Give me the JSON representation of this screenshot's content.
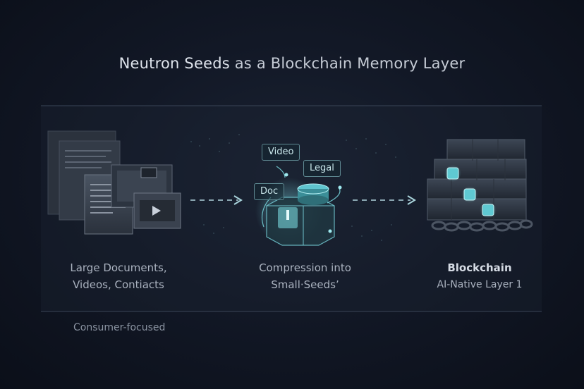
{
  "title": {
    "strong": "Neutron Seeds",
    "rest": " as a Blockchain Memory Layer"
  },
  "left": {
    "line1": "Large Documents,",
    "line2": "Videos, Contiacts"
  },
  "middle": {
    "line1": "Compression into",
    "line2": "Small·Seedsʼ",
    "tags": {
      "video": "Video",
      "legal": "Legal",
      "doc": "Doc"
    }
  },
  "right": {
    "line1": "Blockchain",
    "line2": "AI-Native Layer 1"
  },
  "footer": "Consumer-focused",
  "colors": {
    "accent": "#7fe3ea",
    "background": "#121826",
    "panel": "#3a4352"
  },
  "icons": [
    "document-stack-icon",
    "video-play-icon",
    "seed-cube-icon",
    "server-stack-icon",
    "chain-icon",
    "arrow-right-icon"
  ]
}
